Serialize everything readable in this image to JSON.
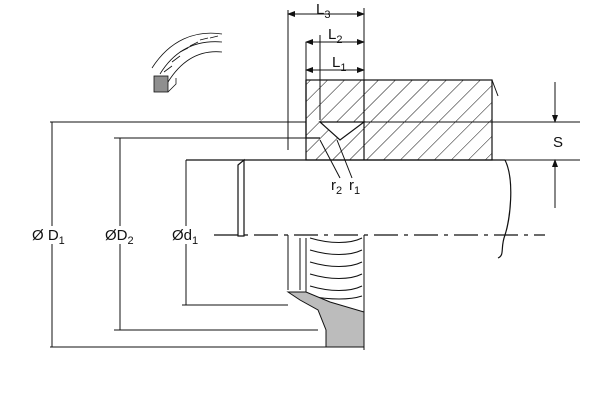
{
  "labels": {
    "l3": {
      "main": "L",
      "sub": "3"
    },
    "l2": {
      "main": "L",
      "sub": "2"
    },
    "l1": {
      "main": "L",
      "sub": "1"
    },
    "s": {
      "main": "S"
    },
    "r2": {
      "main": "r",
      "sub": "2"
    },
    "r1": {
      "main": "r",
      "sub": "1"
    },
    "d1_outer": {
      "main": "Ø D",
      "sub": "1"
    },
    "d2": {
      "main": "ØD",
      "sub": "2"
    },
    "d1_inner": {
      "main": "Ød",
      "sub": "1"
    }
  },
  "colors": {
    "line": "#111111",
    "seal_fill": "#bcbcbc",
    "background": "#ffffff"
  },
  "icons": {
    "seal_thumbnail": "rotary-seal-thumbnail-icon"
  }
}
